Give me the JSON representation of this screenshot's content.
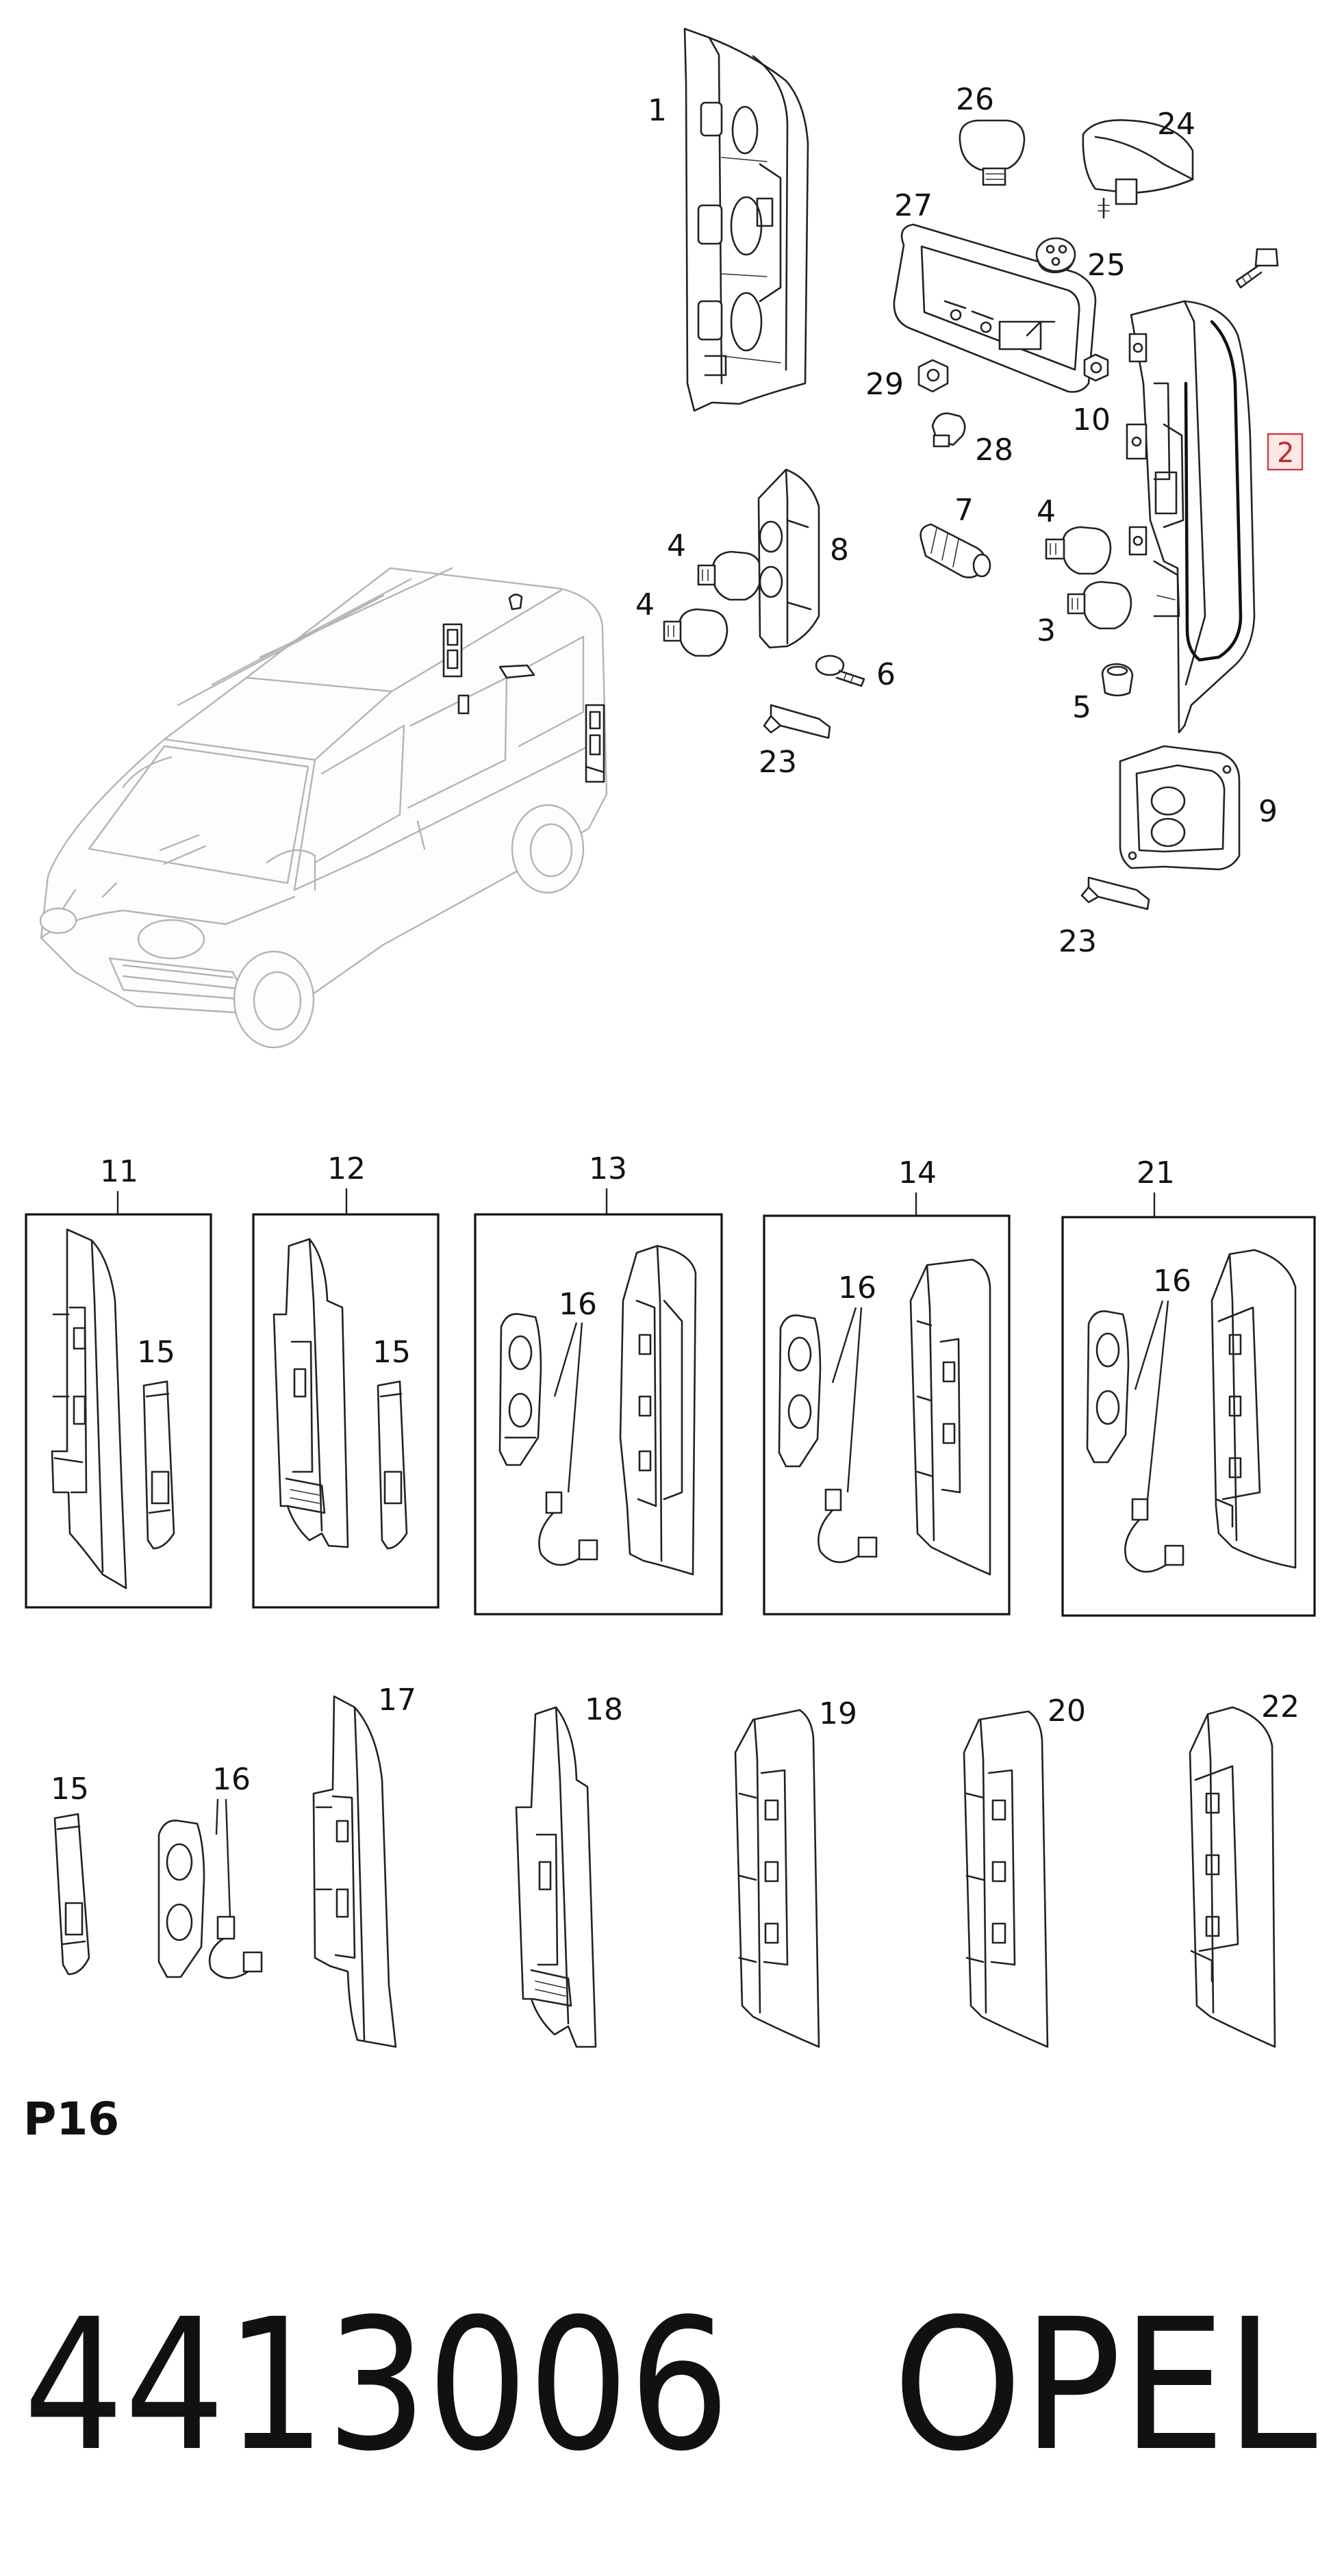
{
  "diagram": {
    "callouts_top": [
      "1",
      "26",
      "24",
      "27",
      "25",
      "2",
      "29",
      "10",
      "28",
      "4",
      "8",
      "7",
      "4",
      "4",
      "3",
      "6",
      "5",
      "23",
      "9",
      "23"
    ],
    "variant_groups": [
      {
        "number": "11",
        "sub_labels": [
          "15"
        ]
      },
      {
        "number": "12",
        "sub_labels": [
          "15"
        ]
      },
      {
        "number": "13",
        "sub_labels": [
          "16"
        ]
      },
      {
        "number": "14",
        "sub_labels": [
          "16"
        ]
      },
      {
        "number": "21",
        "sub_labels": [
          "16"
        ]
      }
    ],
    "loose_parts": [
      "15",
      "16",
      "17",
      "18",
      "19",
      "20",
      "22"
    ],
    "highlighted_callout": "2",
    "page_label": "P16",
    "part_number": "4413006",
    "brand": "OPEL"
  }
}
